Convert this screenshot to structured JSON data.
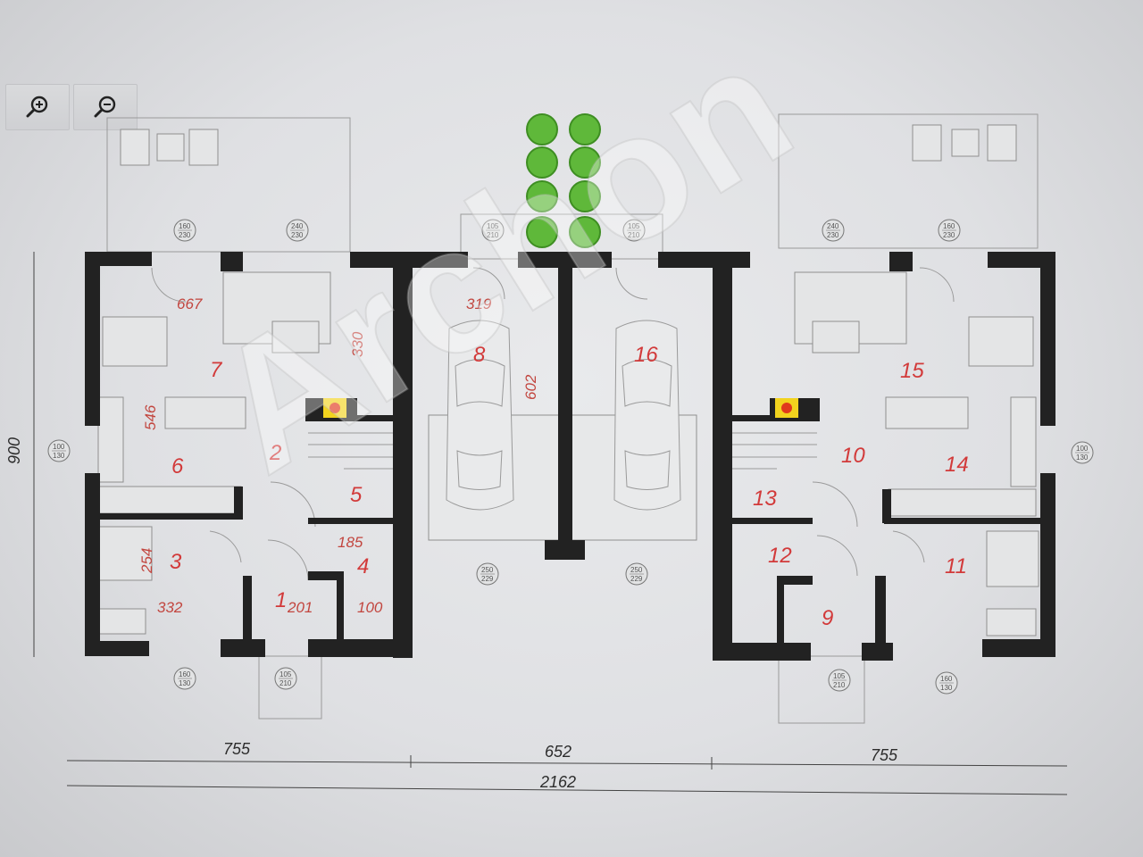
{
  "toolbar": {
    "zoom_in_icon": "zoom-in-icon",
    "zoom_out_icon": "zoom-out-icon"
  },
  "rooms": [
    {
      "id": "room-1",
      "label": "1"
    },
    {
      "id": "room-2",
      "label": "2"
    },
    {
      "id": "room-3",
      "label": "3"
    },
    {
      "id": "room-4",
      "label": "4"
    },
    {
      "id": "room-5",
      "label": "5"
    },
    {
      "id": "room-6",
      "label": "6"
    },
    {
      "id": "room-7",
      "label": "7"
    },
    {
      "id": "room-8",
      "label": "8"
    },
    {
      "id": "room-9",
      "label": "9"
    },
    {
      "id": "room-10",
      "label": "10"
    },
    {
      "id": "room-11",
      "label": "11"
    },
    {
      "id": "room-12",
      "label": "12"
    },
    {
      "id": "room-13",
      "label": "13"
    },
    {
      "id": "room-14",
      "label": "14"
    },
    {
      "id": "room-15",
      "label": "15"
    },
    {
      "id": "room-16",
      "label": "16"
    }
  ],
  "inner_dims": {
    "d667": "667",
    "d330": "330",
    "d546": "546",
    "d319": "319",
    "d602": "602",
    "d185": "185",
    "d254": "254",
    "d332": "332",
    "d201": "201",
    "d100": "100"
  },
  "opening_tags": {
    "t1": {
      "w": "160",
      "h": "230"
    },
    "t2": {
      "w": "240",
      "h": "230"
    },
    "t3": {
      "w": "105",
      "h": "210"
    },
    "t4": {
      "w": "105",
      "h": "210"
    },
    "t5": {
      "w": "240",
      "h": "230"
    },
    "t6": {
      "w": "160",
      "h": "230"
    },
    "t7": {
      "w": "100",
      "h": "130"
    },
    "t8": {
      "w": "100",
      "h": "130"
    },
    "t9": {
      "w": "250",
      "h": "229"
    },
    "t10": {
      "w": "250",
      "h": "229"
    },
    "t11": {
      "w": "160",
      "h": "130"
    },
    "t12": {
      "w": "105",
      "h": "210"
    },
    "t13": {
      "w": "105",
      "h": "210"
    },
    "t14": {
      "w": "160",
      "h": "130"
    }
  },
  "outer_dims": {
    "height": "900",
    "left": "755",
    "middle": "652",
    "right": "755",
    "total": "2162"
  },
  "watermark": "Archon"
}
